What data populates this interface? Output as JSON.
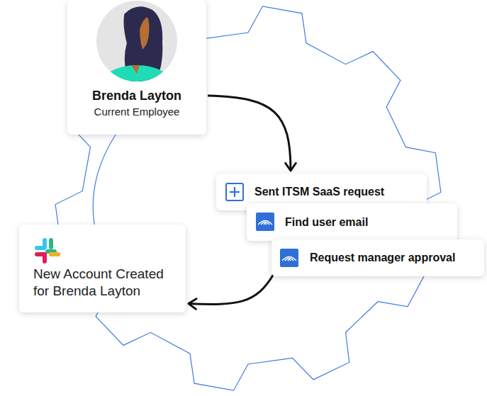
{
  "diagram": {
    "nodes": [
      {
        "text": [
          "Brenda Layton",
          "Current Employee"
        ]
      },
      {
        "text": [
          "Sent ITSM SaaS request"
        ]
      },
      {
        "text": [
          "Find user email"
        ]
      },
      {
        "text": [
          "Request manager approval"
        ]
      },
      {
        "text": [
          "New Account Created for Brenda Layton"
        ]
      }
    ],
    "edges": [
      {
        "from": 0,
        "to": 1,
        "arrow": "to"
      },
      {
        "from": 3,
        "to": 4,
        "arrow": "to"
      }
    ]
  }
}
